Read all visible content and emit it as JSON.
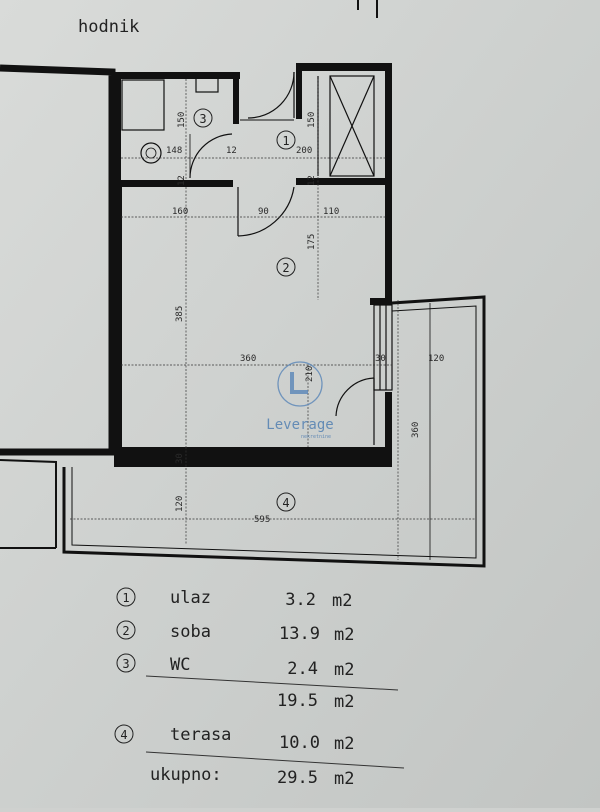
{
  "plan": {
    "corridor_label": "hodnik",
    "logo_text": "Leverage",
    "logo_subtext": "nekretnine",
    "room_markers": {
      "r1": "1",
      "r2": "2",
      "r3": "3",
      "r4": "4"
    },
    "dimensions": {
      "d150a": "150",
      "d148": "148",
      "d12a": "12",
      "d150b": "150",
      "d200": "200",
      "d12b": "12",
      "d12c": "12",
      "d160": "160",
      "d90": "90",
      "d110": "110",
      "d175": "175",
      "d385": "385",
      "d360a": "360",
      "d30a": "30",
      "d120a": "120",
      "d210": "210",
      "d30b": "30",
      "d360b": "360",
      "d120b": "120",
      "d595": "595"
    }
  },
  "legend": {
    "rows": [
      {
        "marker": "1",
        "name": "ulaz",
        "value": "3.2",
        "unit": "m2"
      },
      {
        "marker": "2",
        "name": "soba",
        "value": "13.9",
        "unit": "m2"
      },
      {
        "marker": "3",
        "name": "WC",
        "value": "2.4",
        "unit": "m2"
      }
    ],
    "subtotal": {
      "value": "19.5",
      "unit": "m2"
    },
    "terrace": {
      "marker": "4",
      "name": "terasa",
      "value": "10.0",
      "unit": "m2"
    },
    "total": {
      "name": "ukupno:",
      "value": "29.5",
      "unit": "m2"
    }
  }
}
